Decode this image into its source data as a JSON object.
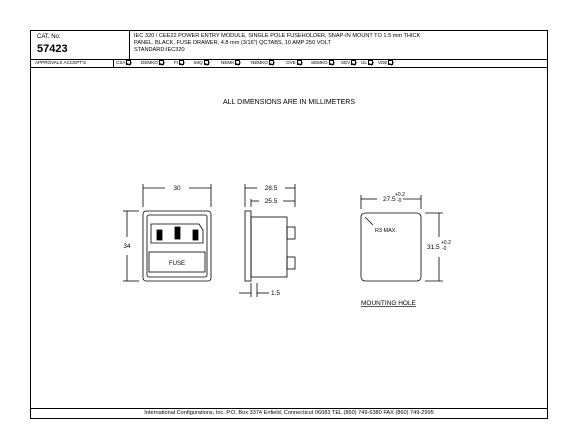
{
  "header": {
    "cat_label": "CAT. No.",
    "cat_no": "57423",
    "description_lines": [
      "IEC 320 / CEE22 POWER ENTRY MODULE, SINGLE POLE FUSEHOLDER, SNAP-IN MOUNT TO 1.5 mm THICK",
      "PANEL. BLACK, FUSE DRAWER, 4.8 mm (3/16\") QCTABS, 10 AMP 250 VOLT",
      "STANDARD:IEC320"
    ]
  },
  "approvals": {
    "label": "APPROVALS ACCEPT'S",
    "items": [
      "CSA",
      "DEMKO",
      "FI",
      "IMQ",
      "NEMK",
      "NEMKO",
      "OVE",
      "SEMKO",
      "SEV",
      "UL",
      "VDE"
    ]
  },
  "drawing": {
    "title": "ALL DIMENSIONS ARE IN MILLIMETERS",
    "front": {
      "width": "30",
      "height": "34",
      "fuse_label": "FUSE"
    },
    "side": {
      "overall": "28.5",
      "inner": "25.5",
      "panel": "1.5"
    },
    "hole": {
      "width": "27.5",
      "width_tol_top": "+0.2",
      "width_tol_bottom": "-0",
      "height": "31.5",
      "height_tol_top": "+0.2",
      "height_tol_bottom": "-0",
      "radius": "R3 MAX.",
      "caption": "MOUNTING HOLE"
    }
  },
  "footer": {
    "text": "International Configurations, Inc.  P.O. Box 3374  Enfield, Connecticut 06083 TEL (860) 749-6380  FAX (860) 749-2995"
  }
}
